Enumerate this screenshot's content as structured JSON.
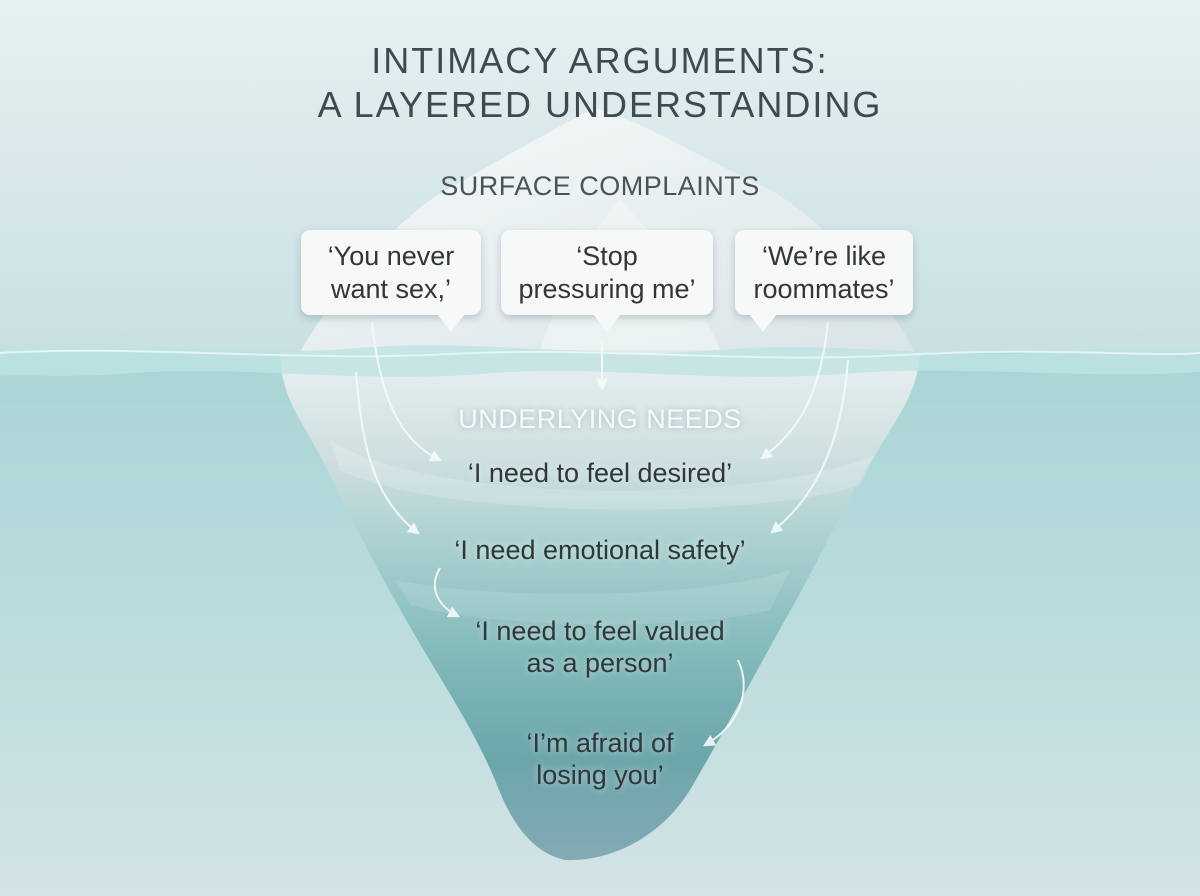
{
  "title": {
    "line1": "INTIMACY ARGUMENTS:",
    "line2": "A LAYERED UNDERSTANDING"
  },
  "surface": {
    "label": "SURFACE COMPLAINTS",
    "complaints": [
      {
        "line1": "‘You never",
        "line2": "want sex,’"
      },
      {
        "line1": "‘Stop",
        "line2": "pressuring me’"
      },
      {
        "line1": "‘We’re like",
        "line2": "roommates’"
      }
    ]
  },
  "underlying": {
    "label": "UNDERLYING NEEDS",
    "needs": [
      {
        "line1": "‘I need to feel desired’"
      },
      {
        "line1": "‘I need emotional safety’"
      },
      {
        "line1": "‘I need to feel valued",
        "line2": "as a person’"
      },
      {
        "line1": "‘I’m afraid of",
        "line2": "losing you’"
      }
    ]
  },
  "colors": {
    "sky": "#e3eff0",
    "water": "#9fcfd0",
    "ice_above": "#eef3f4",
    "ice_deep": "#4f8e98",
    "text_dark": "#3f4a4f",
    "arrow": "#f5fbfb"
  }
}
